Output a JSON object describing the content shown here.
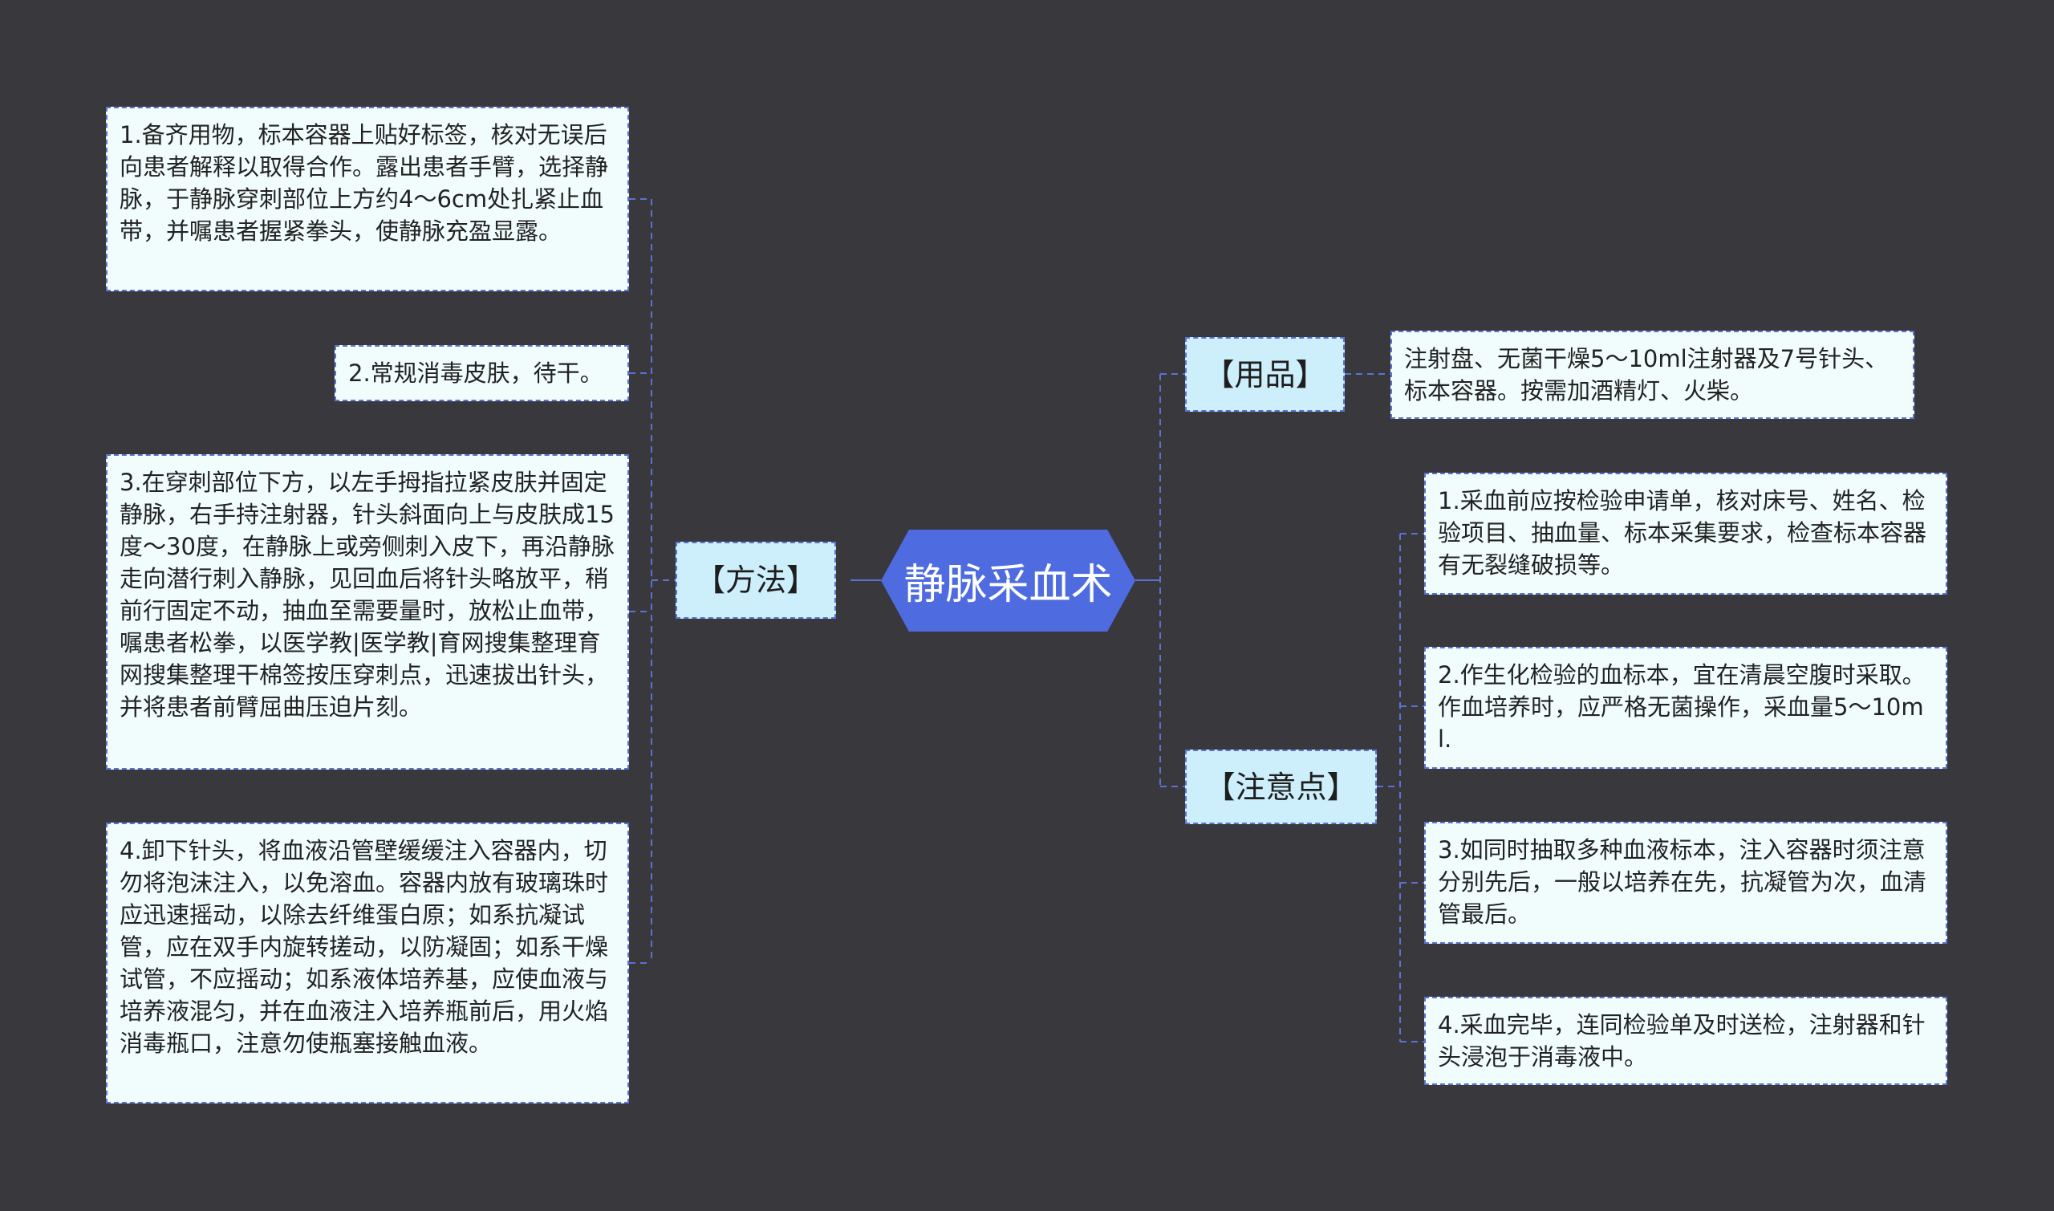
{
  "colors": {
    "background": "#39383d",
    "center_fill": "#4e6bdf",
    "branch_fill": "#cdeefb",
    "leaf_fill": "#f1fdfd",
    "connector": "#5a73d2"
  },
  "center": {
    "label": "静脉采血术"
  },
  "branches": {
    "method": {
      "label": "【方法】",
      "items": [
        "1.备齐用物，标本容器上贴好标签，核对无误后向患者解释以取得合作。露出患者手臂，选择静脉，于静脉穿刺部位上方约4～6cm处扎紧止血带，并嘱患者握紧拳头，使静脉充盈显露。",
        "2.常规消毒皮肤，待干。",
        "3.在穿刺部位下方，以左手拇指拉紧皮肤并固定静脉，右手持注射器，针头斜面向上与皮肤成15度～30度，在静脉上或旁侧刺入皮下，再沿静脉走向潜行刺入静脉，见回血后将针头略放平，稍前行固定不动，抽血至需要量时，放松止血带，嘱患者松拳，以医学教|医学教|育网搜集整理育网搜集整理干棉签按压穿刺点，迅速拔出针头，并将患者前臂屈曲压迫片刻。",
        "4.卸下针头，将血液沿管壁缓缓注入容器内，切勿将泡沫注入，以免溶血。容器内放有玻璃珠时应迅速摇动，以除去纤维蛋白原；如系抗凝试管，应在双手内旋转搓动，以防凝固；如系干燥试管，不应摇动；如系液体培养基，应使血液与培养液混匀，并在血液注入培养瓶前后，用火焰消毒瓶口，注意勿使瓶塞接触血液。"
      ]
    },
    "supplies": {
      "label": "【用品】",
      "items": [
        "注射盘、无菌干燥5～10ml注射器及7号针头、标本容器。按需加酒精灯、火柴。"
      ]
    },
    "notes": {
      "label": "【注意点】",
      "items": [
        "1.采血前应按检验申请单，核对床号、姓名、检验项目、抽血量、标本采集要求，检查标本容器有无裂缝破损等。",
        "2.作生化检验的血标本，宜在清晨空腹时采取。作血培养时，应严格无菌操作，采血量5～10ml.",
        "3.如同时抽取多种血液标本，注入容器时须注意分别先后，一般以培养在先，抗凝管为次，血清管最后。",
        "4.采血完毕，连同检验单及时送检，注射器和针头浸泡于消毒液中。"
      ]
    }
  }
}
